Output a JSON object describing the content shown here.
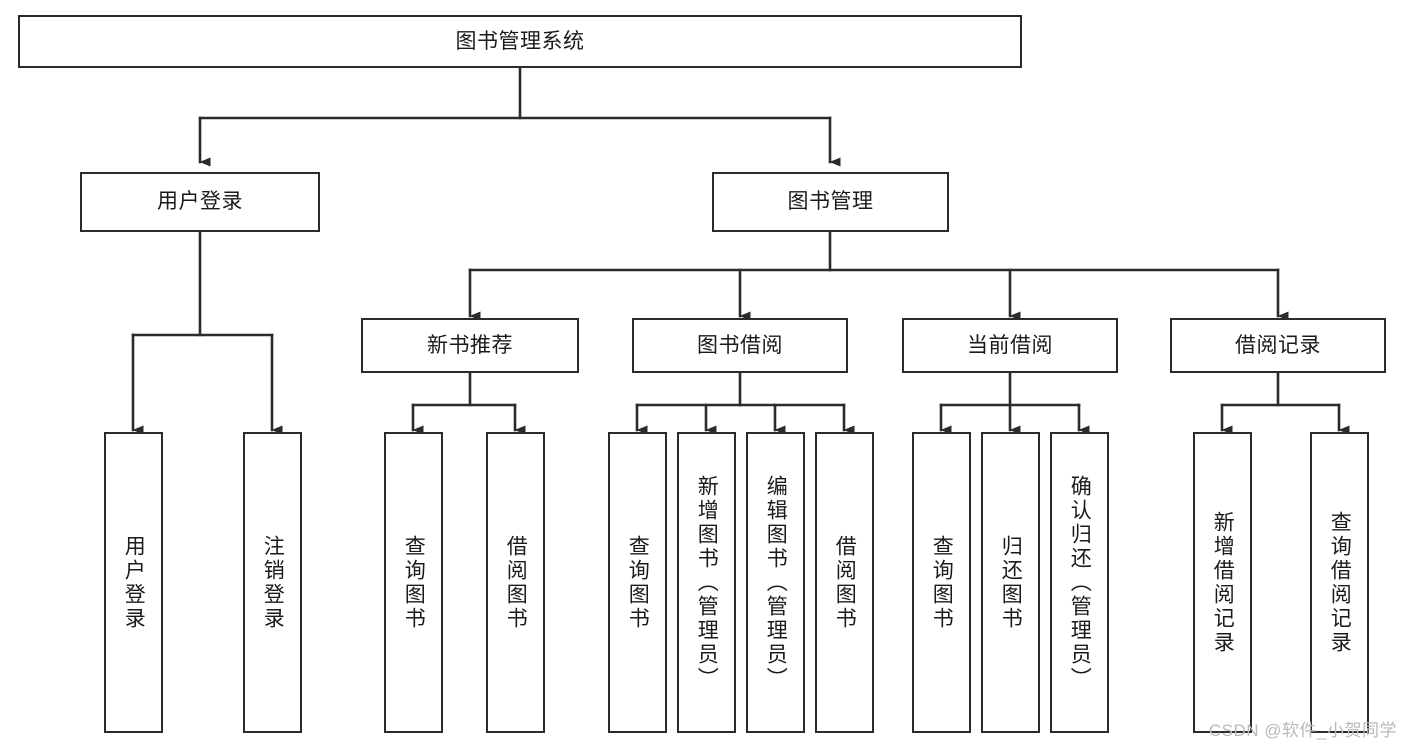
{
  "diagram": {
    "title": "图书管理系统",
    "watermark": "CSDN @软件_小贺同学",
    "colors": {
      "background": "#ffffff",
      "box_border": "#2b2b2b",
      "box_fill": "#ffffff",
      "connector": "#2b2b2b",
      "text": "#1b1b1b",
      "watermark_text": "#b9b9b9"
    },
    "nodes": {
      "root": {
        "label": "图书管理系统"
      },
      "level2": [
        {
          "label": "用户登录"
        },
        {
          "label": "图书管理"
        }
      ],
      "level3": [
        {
          "label": "新书推荐"
        },
        {
          "label": "图书借阅"
        },
        {
          "label": "当前借阅"
        },
        {
          "label": "借阅记录"
        }
      ],
      "leaves_user_login": [
        {
          "label": "用户登录"
        },
        {
          "label": "注销登录"
        }
      ],
      "leaves_new_book": [
        {
          "label": "查询图书"
        },
        {
          "label": "借阅图书"
        }
      ],
      "leaves_borrow": [
        {
          "label": "查询图书"
        },
        {
          "label": "新增图书（管理员）"
        },
        {
          "label": "编辑图书（管理员）"
        },
        {
          "label": "借阅图书"
        }
      ],
      "leaves_current": [
        {
          "label": "查询图书"
        },
        {
          "label": "归还图书"
        },
        {
          "label": "确认归还（管理员）"
        }
      ],
      "leaves_records": [
        {
          "label": "新增借阅记录"
        },
        {
          "label": "查询借阅记录"
        }
      ]
    }
  }
}
